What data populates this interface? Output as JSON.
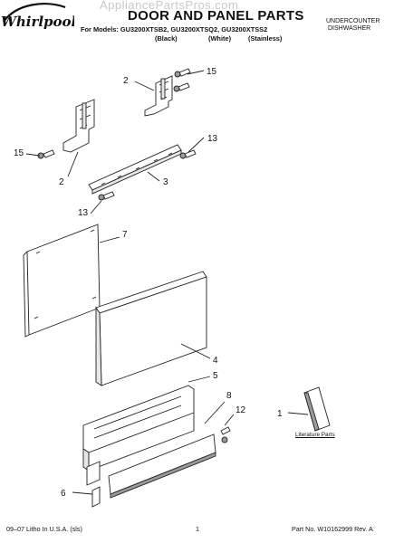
{
  "header": {
    "watermark": "AppliancePartsPros.com",
    "brand": "Whirlpool",
    "title": "DOOR AND PANEL PARTS",
    "models": "For Models: GU3200XTSB2, GU3200XTSQ2, GU3200XTSS2",
    "colors": [
      "(Black)",
      "(White)",
      "(Stainless)"
    ],
    "product_type": [
      "UNDERCOUNTER",
      "DISHWASHER"
    ]
  },
  "callouts": [
    "15",
    "2",
    "15",
    "13",
    "2",
    "3",
    "13",
    "7",
    "4",
    "5",
    "8",
    "12",
    "1",
    "6"
  ],
  "literature_label": "Literature Parts",
  "footer": {
    "left": "09–07 Litho In U.S.A. (sls)",
    "page": "1",
    "right": "Part No. W10162999 Rev. A"
  }
}
